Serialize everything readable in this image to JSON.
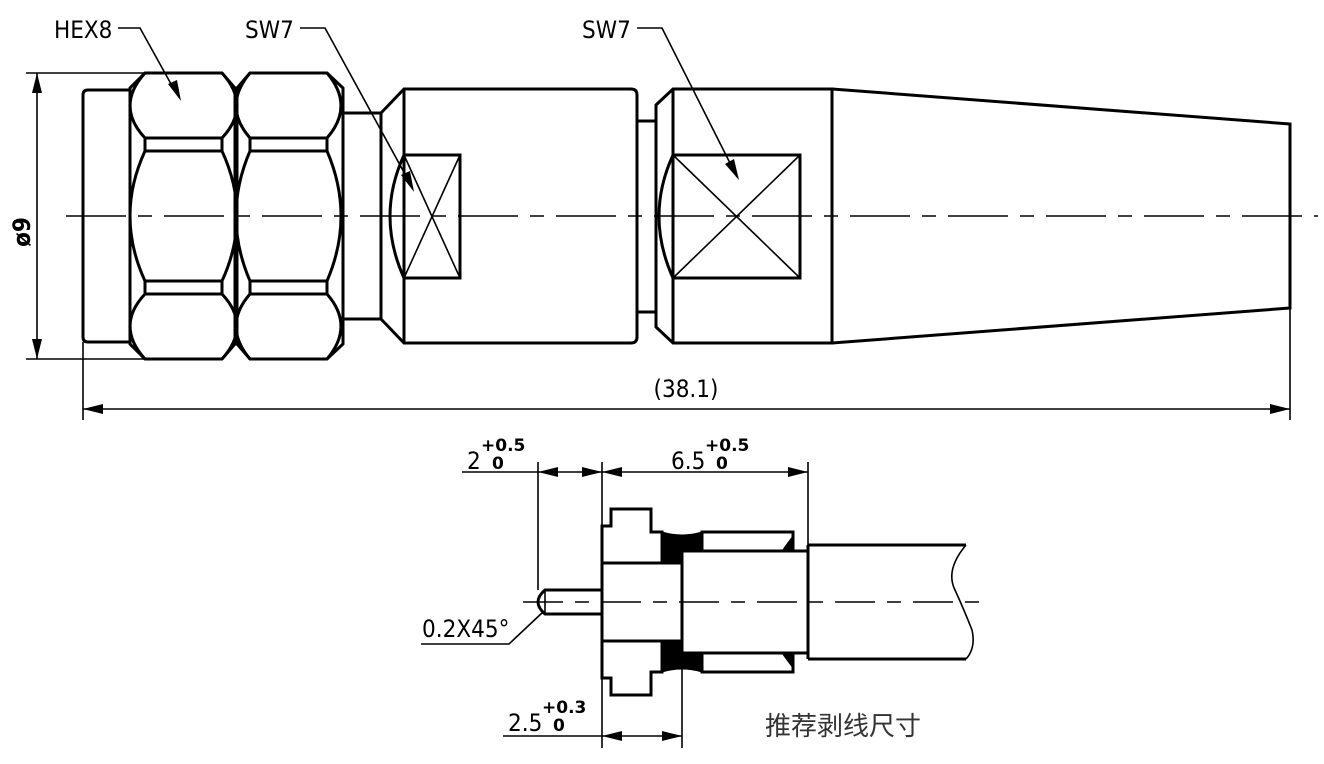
{
  "drawing": {
    "labels": {
      "hex_nut": "HEX8",
      "wrench_flat_1": "SW7",
      "wrench_flat_2": "SW7",
      "diameter": "ø9",
      "overall_length": "(38.1)"
    },
    "strip_detail": {
      "pin_length": {
        "nominal": "2",
        "upper_tol": "+0.5",
        "lower_tol": "0"
      },
      "braid_length": {
        "nominal": "6.5",
        "upper_tol": "+0.5",
        "lower_tol": "0"
      },
      "dielectric_length": {
        "nominal": "2.5",
        "upper_tol": "+0.3",
        "lower_tol": "0"
      },
      "chamfer": "0.2X45°",
      "caption": "推荐剥线尺寸"
    }
  }
}
